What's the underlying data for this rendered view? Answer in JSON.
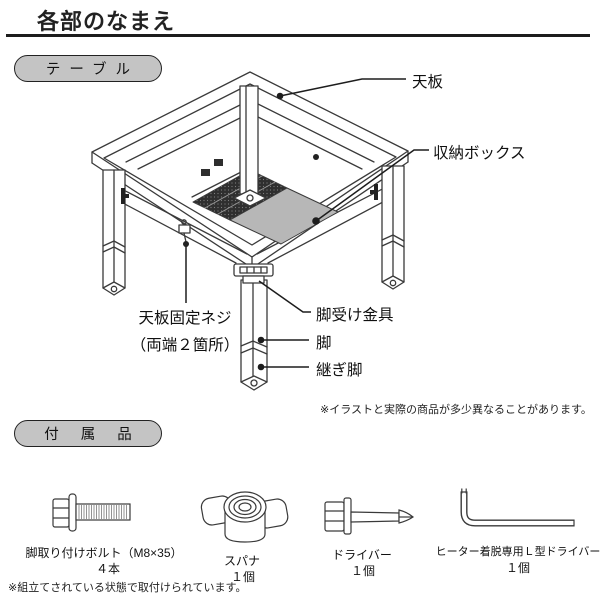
{
  "header": {
    "title": "各部のなまえ"
  },
  "sections": {
    "table_pill": "テーブル",
    "accessories_pill": "付属品"
  },
  "diagram": {
    "labels": {
      "top_plate": "天板",
      "storage_box": "収納ボックス",
      "fixing_screw_line1": "天板固定ネジ",
      "fixing_screw_line2": "（両端２箇所）",
      "leg_bracket": "脚受け金具",
      "leg": "脚",
      "extension_leg": "継ぎ脚"
    },
    "note": "※イラストと実際の商品が多少異なることがあります。"
  },
  "accessories": {
    "items": [
      {
        "icon": "bolt-icon",
        "name": "脚取り付けボルト（M8×35）",
        "count": "４本"
      },
      {
        "icon": "spanner-icon",
        "name": "スパナ",
        "count": "１個"
      },
      {
        "icon": "screwdriver-icon",
        "name": "ドライバー",
        "count": "１個"
      },
      {
        "icon": "l-driver-icon",
        "name": "ヒーター着脱専用Ｌ型ドライバー",
        "count": "１個"
      }
    ],
    "note": "※組立てされている状態で取付けられています。"
  },
  "colors": {
    "pill_bg": "#c4c4c4",
    "storage_box_fill": "#b7b7b7",
    "heater_mesh_fill": "#2f2f2f",
    "line": "#3a3a3a"
  }
}
